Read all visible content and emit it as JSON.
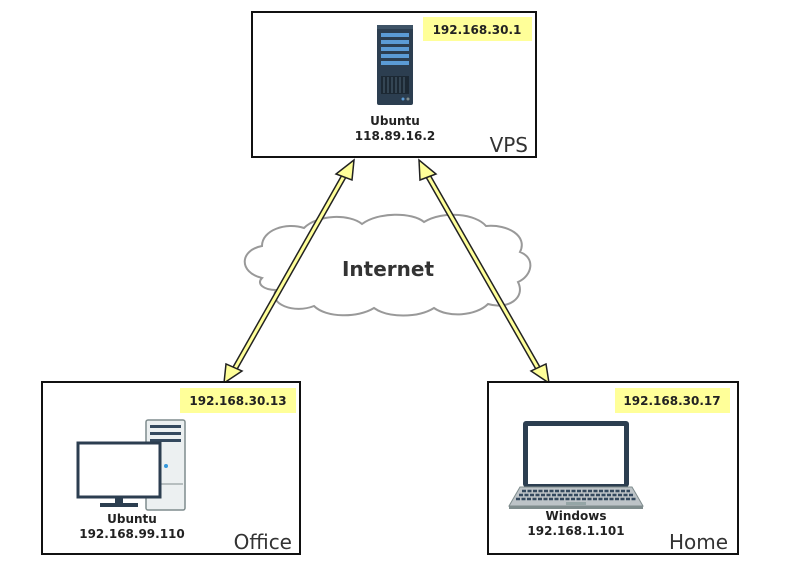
{
  "cloud": {
    "label": "Internet"
  },
  "nodes": {
    "vps": {
      "location": "VPS",
      "tunnel_ip": "192.168.30.1",
      "os": "Ubuntu",
      "public_ip": "118.89.16.2",
      "icon": "server-tower-icon"
    },
    "office": {
      "location": "Office",
      "tunnel_ip": "192.168.30.13",
      "os": "Ubuntu",
      "local_ip": "192.168.99.110",
      "icon": "desktop-computer-icon"
    },
    "home": {
      "location": "Home",
      "tunnel_ip": "192.168.30.17",
      "os": "Windows",
      "local_ip": "192.168.1.101",
      "icon": "laptop-icon"
    }
  },
  "colors": {
    "ip_highlight": "#ffff99",
    "arrow_fill": "#ffff99",
    "arrow_outline": "#222222",
    "box_border": "#111111",
    "cloud_fill": "#ffffff",
    "cloud_stroke": "#999999",
    "device_dark": "#2c3e50",
    "device_accent": "#5b9bd5"
  }
}
